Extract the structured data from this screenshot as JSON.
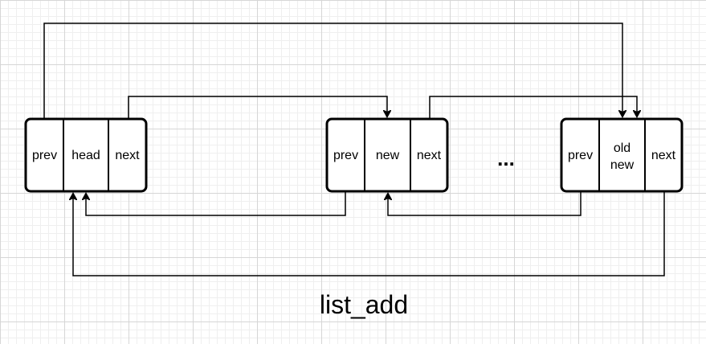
{
  "nodes": {
    "head_node": {
      "prev": "prev",
      "data": "head",
      "next": "next"
    },
    "new_node": {
      "prev": "prev",
      "data": "new",
      "next": "next"
    },
    "old_new_node": {
      "prev": "prev",
      "data_line1": "old",
      "data_line2": "new",
      "next": "next"
    }
  },
  "ellipsis": "...",
  "caption": "list_add"
}
